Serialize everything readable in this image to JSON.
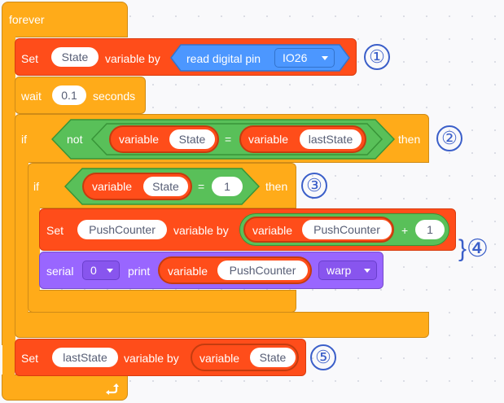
{
  "forever": {
    "label": "forever"
  },
  "set_state": {
    "set_label": "Set",
    "var_name": "State",
    "by_label": "variable by"
  },
  "read_pin": {
    "label": "read digital pin",
    "pin": "IO26"
  },
  "wait": {
    "label": "wait",
    "value": "0.1",
    "unit": "seconds"
  },
  "if_outer": {
    "if_label": "if",
    "not_label": "not",
    "variable_label": "variable",
    "left_var": "State",
    "op": "=",
    "right_var": "lastState",
    "then_label": "then"
  },
  "if_inner": {
    "if_label": "if",
    "variable_label": "variable",
    "var": "State",
    "op": "=",
    "value": "1",
    "then_label": "then"
  },
  "set_push": {
    "set_label": "Set",
    "var_name": "PushCounter",
    "by_label": "variable by",
    "variable_label": "variable",
    "var": "PushCounter",
    "op": "+",
    "value": "1"
  },
  "serial": {
    "label": "serial",
    "port": "0",
    "print_label": "print",
    "variable_label": "variable",
    "var": "PushCounter",
    "mode": "warp"
  },
  "set_last": {
    "set_label": "Set",
    "var_name": "lastState",
    "by_label": "variable by",
    "variable_label": "variable",
    "var": "State"
  },
  "annotations": [
    "①",
    "②",
    "③",
    "}④",
    "⑤"
  ],
  "icons": {
    "loop_arrow": "loop-arrow-icon"
  },
  "colors": {
    "control": "#ffab19",
    "variables": "#ff4d1a",
    "operators": "#59c059",
    "pins": "#4c97ff",
    "serial": "#9966ff",
    "annotation": "#3b5fc9"
  }
}
